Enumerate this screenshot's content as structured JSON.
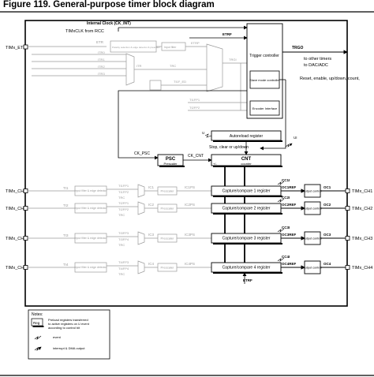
{
  "figure_title": "Figure 119. General-purpose timer block diagram",
  "labels": {
    "internal_clock": "Internal Clock (CK_INT)",
    "timx_clk_from_rcc": "TIMxCLK from RCC",
    "etrf_top": "ETRF",
    "etr": "ETR",
    "timx_etr": "TIMx_ETR",
    "etrp": "ETRP",
    "prescaler_block_top": "Polarity selection & edge detector & prescaler",
    "input_filter_top": "Input filter",
    "itr0": "ITR0",
    "itr1": "ITR1",
    "itr2": "ITR2",
    "itr3": "ITR3",
    "itr": "ITR",
    "trc": "TRC",
    "trgi": "TRGI",
    "ti1f_ed": "TI1F_ED",
    "ti1fp1": "TI1FP1",
    "ti2fp2": "TI2FP2",
    "trigger_controller": "Trigger controller",
    "trgo": "TRGO",
    "to_other_timers": "to other timers",
    "to_dac_adc": "to DAC/ADC",
    "slave_mode_controller": "Slave mode controller",
    "reset_enable": "Reset, enable, up/down, count,",
    "encoder_interface": "Encoder Interface",
    "autoreload_register": "Autoreload register",
    "u_arrow": "U",
    "ui": "UI",
    "stop_clear": "Stop, clear or up/down",
    "ck_psc": "CK_PSC",
    "psc": "PSC",
    "prescaler": "Prescaler",
    "ck_cnt": "CK_CNT",
    "cnt": "CNT",
    "counter": "counter",
    "plus_minus": "+/-",
    "etrf_bottom": "ETRF",
    "input_filter_edge": "Input filter & edge detector",
    "prescaler_small": "Prescaler",
    "output_control": "output control"
  },
  "channels": [
    {
      "pin": "TIMx_CH1",
      "ti": "TI1",
      "fp_a": "TI1FP1",
      "fp_b": "TI1FP2",
      "ic": "IC1",
      "icps": "IC1PS",
      "ccf": "CC1I",
      "ccl": "CC1I",
      "register": "Capture/compare 1 register",
      "ocref": "OC1REF",
      "oc": "OC1",
      "out_pin": "TIMx_CH1"
    },
    {
      "pin": "TIMx_CH2",
      "ti": "TI2",
      "fp_a": "TI2FP1",
      "fp_b": "TI2FP2",
      "ic": "IC2",
      "icps": "IC2PS",
      "ccf": "CC2I",
      "ccl": "CC2I",
      "register": "Capture/compare 2 register",
      "ocref": "OC2REF",
      "oc": "OC2",
      "out_pin": "TIMx_CH2"
    },
    {
      "pin": "TIMx_CH3",
      "ti": "TI3",
      "fp_a": "TI3FP3",
      "fp_b": "TI3FP4",
      "ic": "IC3",
      "icps": "IC3PS",
      "ccf": "CC3I",
      "ccl": "CC3I",
      "register": "Capture/compare 3 register",
      "ocref": "OC3REF",
      "oc": "OC3",
      "out_pin": "TIMx_CH3"
    },
    {
      "pin": "TIMx_CH4",
      "ti": "TI4",
      "fp_a": "TI4FP3",
      "fp_b": "TI4FP4",
      "ic": "IC4",
      "icps": "IC4PS",
      "ccf": "CC4I",
      "ccl": "CC4I",
      "register": "Capture/compare 4 register",
      "ocref": "OC4REF",
      "oc": "OC4",
      "out_pin": "TIMx_CH4"
    }
  ],
  "notes": {
    "title": "Notes:",
    "reg": "Reg",
    "reg_desc_1": "Preload registers transferred",
    "reg_desc_2": "to active registers on U event",
    "reg_desc_3": "according to control bit",
    "event": "event",
    "interrupt": "interrupt & DMA output"
  }
}
